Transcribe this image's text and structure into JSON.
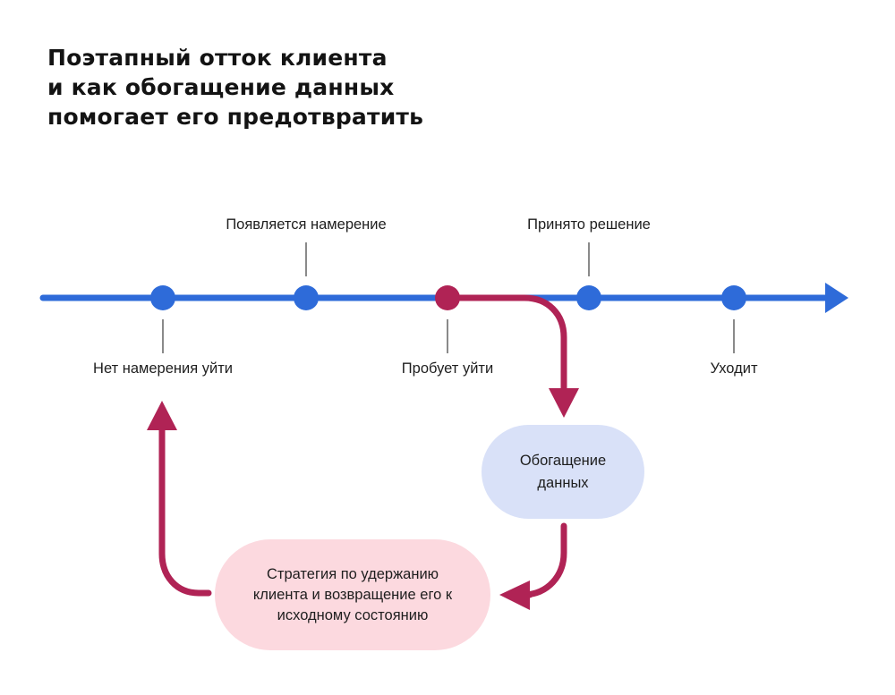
{
  "title": {
    "lines": [
      "Поэтапный отток клиента",
      "и как обогащение данных",
      "помогает его предотвратить"
    ]
  },
  "timeline": {
    "stages": [
      {
        "id": "no-intent",
        "label": "Нет намерения уйти",
        "label_position": "below",
        "dot_color": "blue"
      },
      {
        "id": "intent-appears",
        "label": "Появляется намерение",
        "label_position": "above",
        "dot_color": "blue"
      },
      {
        "id": "tries-to-leave",
        "label": "Пробует уйти",
        "label_position": "below",
        "dot_color": "crimson"
      },
      {
        "id": "decision-made",
        "label": "Принято решение",
        "label_position": "above",
        "dot_color": "blue"
      },
      {
        "id": "leaves",
        "label": "Уходит",
        "label_position": "below",
        "dot_color": "blue"
      }
    ]
  },
  "flow": {
    "enrichment_label": "Обогащение данных",
    "strategy_label": "Стратегия по удержанию клиента и возвращение его к исходному состоянию"
  },
  "colors": {
    "canvas-bg": "#ffffff",
    "title-dark": "#131313",
    "text-dark": "#1e1e1e",
    "timeline-blue": "#2e6bd9",
    "flow-crimson": "#b02355",
    "enrichment-bg": "#d9e1f8",
    "strategy-bg": "#fcd9df",
    "tick-gray": "#8a8a8a"
  }
}
